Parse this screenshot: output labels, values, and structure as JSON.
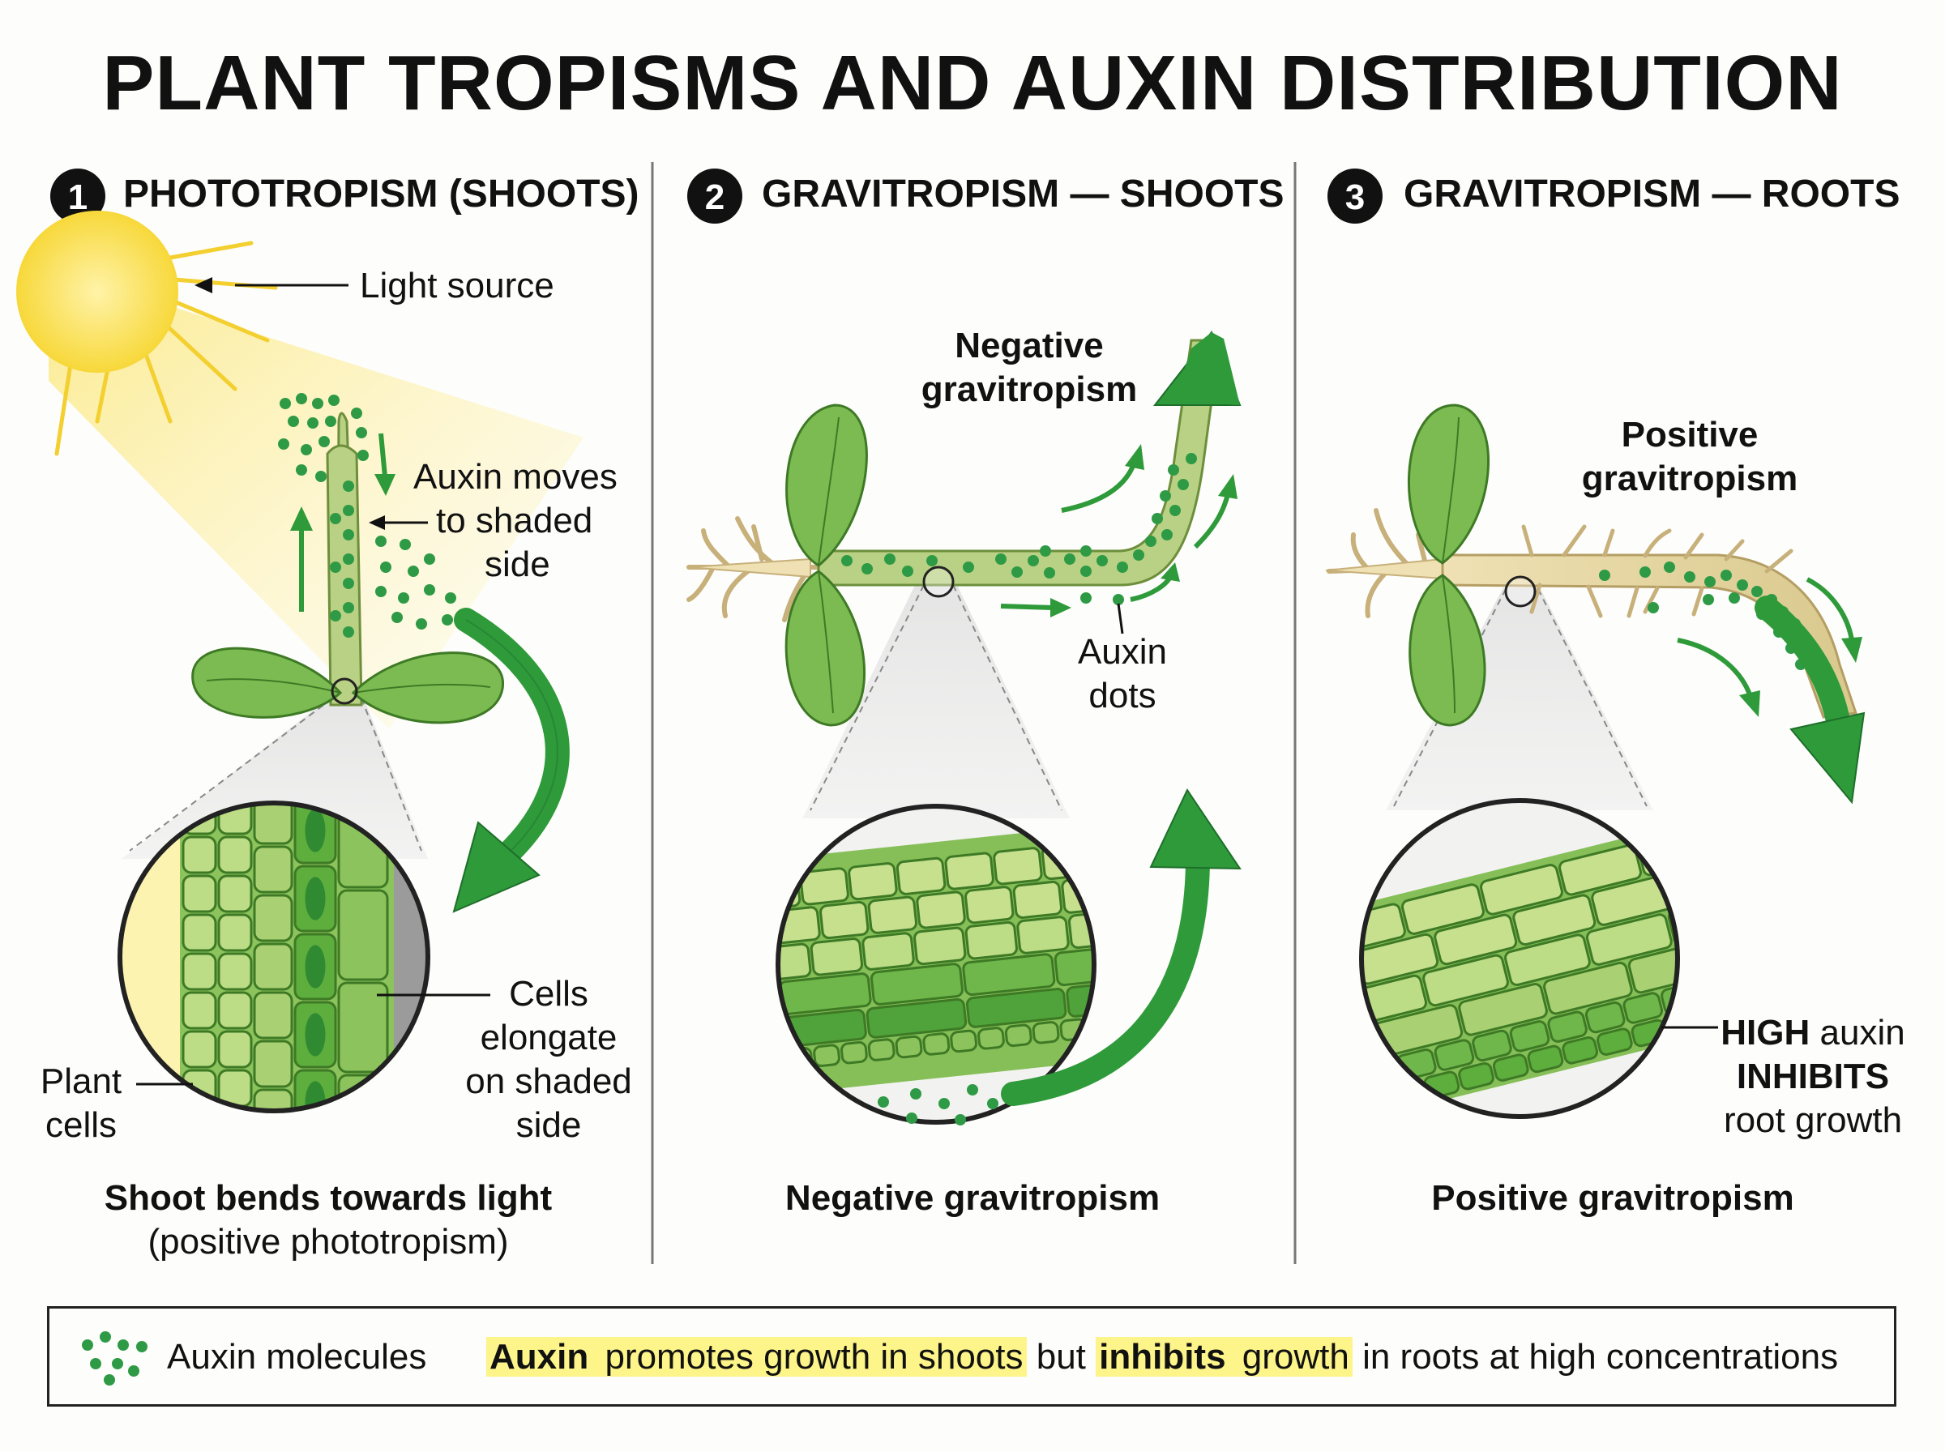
{
  "title": "PLANT TROPISMS AND AUXIN DISTRIBUTION",
  "panels": [
    {
      "number": "1",
      "title": "PHOTOTROPISM (SHOOTS)",
      "labels": {
        "light_source": "Light source",
        "auxin_moves_1": "Auxin moves",
        "auxin_moves_2": "to shaded",
        "auxin_moves_3": "side",
        "cells_elongate_1": "Cells",
        "cells_elongate_2": "elongate",
        "cells_elongate_3": "on shaded",
        "cells_elongate_4": "side",
        "plant_cells_1": "Plant",
        "plant_cells_2": "cells"
      },
      "caption_bold": "Shoot bends towards light",
      "caption_sub": "(positive phototropism)"
    },
    {
      "number": "2",
      "title": "GRAVITROPISM — SHOOTS",
      "labels": {
        "negative_1": "Negative",
        "negative_2": "gravitropism",
        "auxin_dots_1": "Auxin",
        "auxin_dots_2": "dots"
      },
      "caption_bold": "Negative gravitropism"
    },
    {
      "number": "3",
      "title": "GRAVITROPISM — ROOTS",
      "labels": {
        "positive_1": "Positive",
        "positive_2": "gravitropism",
        "high_1": "HIGH",
        "high_1b": " auxin",
        "high_2": "INHIBITS",
        "high_3": "root growth"
      },
      "caption_bold": "Positive gravitropism"
    }
  ],
  "legend": {
    "auxin_label": "Auxin molecules",
    "s1": "Auxin",
    "s2": " promotes growth in shoots",
    "s3": " but ",
    "s4": "inhibits",
    "s5": " growth",
    "s6": " in roots at high concentrations"
  },
  "colors": {
    "leaf_green": "#6fb34a",
    "arrow_green": "#2e9a3a",
    "auxin_dot": "#2f9a45",
    "sun_yellow": "#fbe35a",
    "highlight": "#fdf48a",
    "cell_light": "#bcdc86",
    "cell_dark": "#4fa33a"
  }
}
